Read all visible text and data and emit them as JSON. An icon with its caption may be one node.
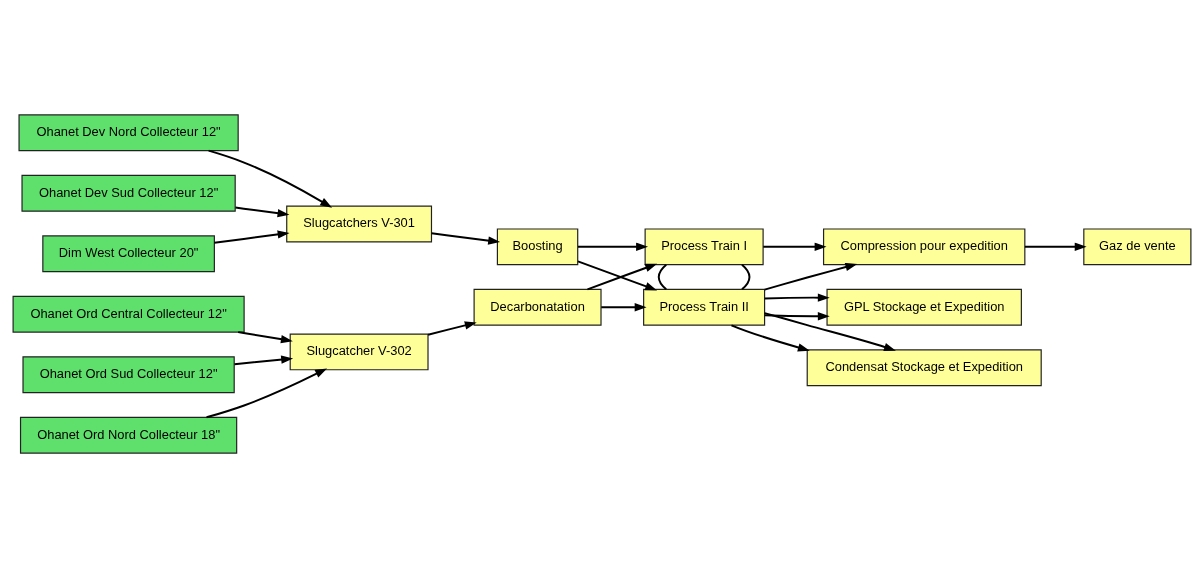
{
  "diagram": {
    "nodes": [
      {
        "text": [
          "Ohanet Dev Nord Collecteur 12\""
        ]
      },
      {
        "text": [
          "Ohanet Dev Sud Collecteur 12\""
        ]
      },
      {
        "text": [
          "Dim West Collecteur 20\""
        ]
      },
      {
        "text": [
          "Slugcatchers V-301"
        ]
      },
      {
        "text": [
          "Boosting"
        ]
      },
      {
        "text": [
          "Gaz de vente"
        ]
      },
      {
        "text": [
          "Process Train I"
        ]
      },
      {
        "text": [
          "Process Train II"
        ]
      },
      {
        "text": [
          "Compression pour expedition"
        ]
      },
      {
        "text": [
          "Ohanet Ord Central Collecteur 12\""
        ]
      },
      {
        "text": [
          "Ohanet Ord Sud Collecteur 12\""
        ]
      },
      {
        "text": [
          "Ohanet Ord Nord Collecteur 18\""
        ]
      },
      {
        "text": [
          "Slugcatcher V-302"
        ]
      },
      {
        "text": [
          "Decarbonatation"
        ]
      },
      {
        "text": [
          "Condensat Stockage et Expedition"
        ]
      },
      {
        "text": [
          "GPL Stockage et Expedition"
        ]
      }
    ],
    "edges": [
      {
        "from": 0,
        "to": 3,
        "arrow": "to"
      },
      {
        "from": 1,
        "to": 3,
        "arrow": "to"
      },
      {
        "from": 2,
        "to": 3,
        "arrow": "to"
      },
      {
        "from": 3,
        "to": 4,
        "arrow": "to"
      },
      {
        "from": 4,
        "to": 6,
        "arrow": "to"
      },
      {
        "from": 4,
        "to": 7,
        "arrow": "to"
      },
      {
        "from": 9,
        "to": 12,
        "arrow": "to"
      },
      {
        "from": 10,
        "to": 12,
        "arrow": "to"
      },
      {
        "from": 11,
        "to": 12,
        "arrow": "to"
      },
      {
        "from": 12,
        "to": 13,
        "arrow": "to"
      },
      {
        "from": 13,
        "to": 6,
        "arrow": "to"
      },
      {
        "from": 13,
        "to": 7,
        "arrow": "to"
      },
      {
        "from": 6,
        "to": 7,
        "arrow": "none"
      },
      {
        "from": 6,
        "to": 7,
        "arrow": "none"
      },
      {
        "from": 6,
        "to": 8,
        "arrow": "to"
      },
      {
        "from": 7,
        "to": 8,
        "arrow": "to"
      },
      {
        "from": 8,
        "to": 5,
        "arrow": "to"
      },
      {
        "from": 7,
        "to": 14,
        "arrow": "to"
      },
      {
        "from": 7,
        "to": 14,
        "arrow": "to"
      },
      {
        "from": 7,
        "to": 15,
        "arrow": "to"
      },
      {
        "from": 7,
        "to": 15,
        "arrow": "to"
      }
    ]
  }
}
